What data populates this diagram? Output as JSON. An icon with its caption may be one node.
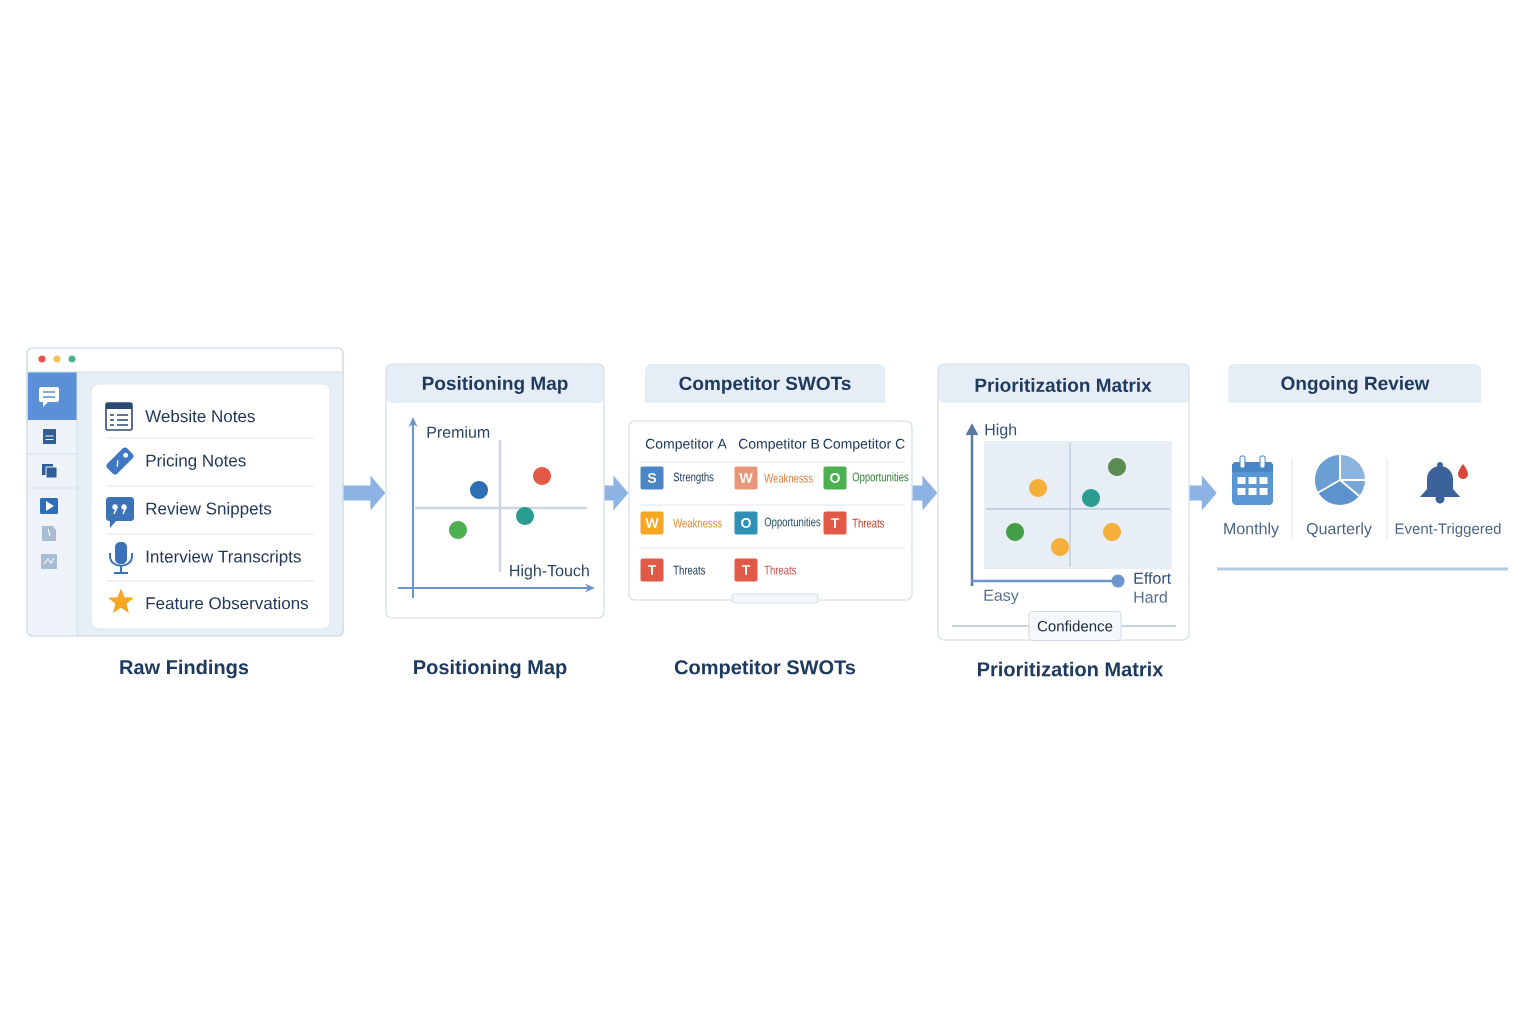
{
  "diagram": {
    "nodes": [
      {
        "text": [
          "Raw Findings"
        ]
      },
      {
        "text": [
          "Positioning Map"
        ],
        "beside": [
          "Positioning Map"
        ]
      },
      {
        "text": [
          "Competitor SWOTs"
        ],
        "beside": [
          "Competitor SWOTs"
        ]
      },
      {
        "text": [
          "Prioritization Matrix"
        ],
        "beside": [
          "Prioritization Matrix"
        ]
      },
      {
        "text": [
          "Confidence"
        ],
        "in": 3
      },
      {
        "text": [
          "Ongoing Review"
        ]
      }
    ],
    "edges": [
      {
        "from": 0,
        "to": 1,
        "arrow": "to"
      },
      {
        "from": 1,
        "to": 2,
        "arrow": "to"
      },
      {
        "from": 2,
        "to": 3,
        "arrow": "to"
      },
      {
        "from": 3,
        "to": 5,
        "arrow": "to"
      }
    ],
    "labels": [
      "Website Notes",
      "Pricing Notes",
      "Review Snippets",
      "Interview Transcripts",
      "Feature Observations",
      "Premium",
      "High-Touch",
      "Competitor A",
      "Competitor B",
      "Competitor C",
      "S",
      "Strengths",
      "W",
      "Weaknesss",
      "O",
      "Opportunities",
      "W",
      "Weaknesss",
      "O",
      "Opportunities",
      "T",
      "Threats",
      "T",
      "Threats",
      "T",
      "Threats",
      "High",
      "Effort",
      "Easy",
      "Hard",
      "Monthly",
      "Quarterly",
      "Event-Triggered"
    ]
  }
}
